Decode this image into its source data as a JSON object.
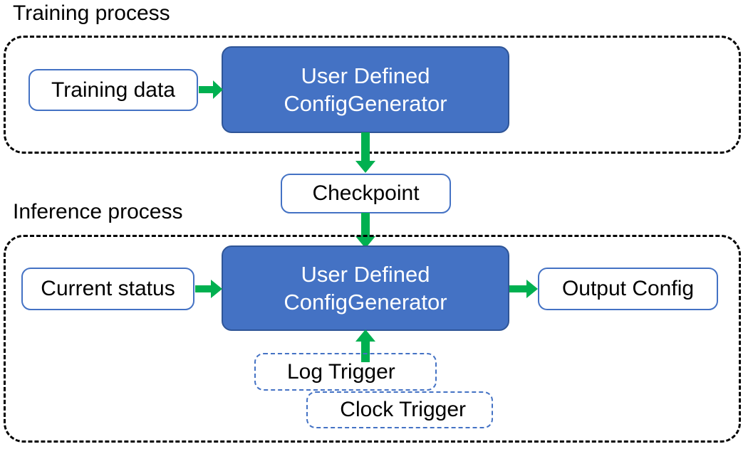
{
  "diagram": {
    "title_training": "Training process",
    "title_inference": "Inference process",
    "colors": {
      "process_fill": "#4472C4",
      "process_border": "#2F5597",
      "process_text": "#FFFFFF",
      "data_border": "#4472C4",
      "data_fill": "#FFFFFF",
      "data_text": "#000000",
      "arrow": "#00B050",
      "group_border": "#000000",
      "trigger_border": "#4472C4",
      "background": "#FFFFFF"
    }
  },
  "training": {
    "caption": "Training process",
    "input": {
      "label": "Training data"
    },
    "process": {
      "line1": "User Defined",
      "line2": "ConfigGenerator"
    }
  },
  "checkpoint": {
    "label": "Checkpoint"
  },
  "inference": {
    "caption": "Inference process",
    "input": {
      "label": "Current status"
    },
    "process": {
      "line1": "User Defined",
      "line2": "ConfigGenerator"
    },
    "output": {
      "label": "Output Config"
    },
    "triggers": [
      {
        "label": "Log Trigger"
      },
      {
        "label": "Clock Trigger"
      }
    ]
  },
  "arrows": [
    {
      "name": "training-data-to-process",
      "direction": "right"
    },
    {
      "name": "training-process-to-checkpoint",
      "direction": "down"
    },
    {
      "name": "checkpoint-to-inference-process",
      "direction": "down"
    },
    {
      "name": "current-status-to-process",
      "direction": "right"
    },
    {
      "name": "process-to-output-config",
      "direction": "right"
    },
    {
      "name": "triggers-to-process",
      "direction": "up"
    }
  ]
}
